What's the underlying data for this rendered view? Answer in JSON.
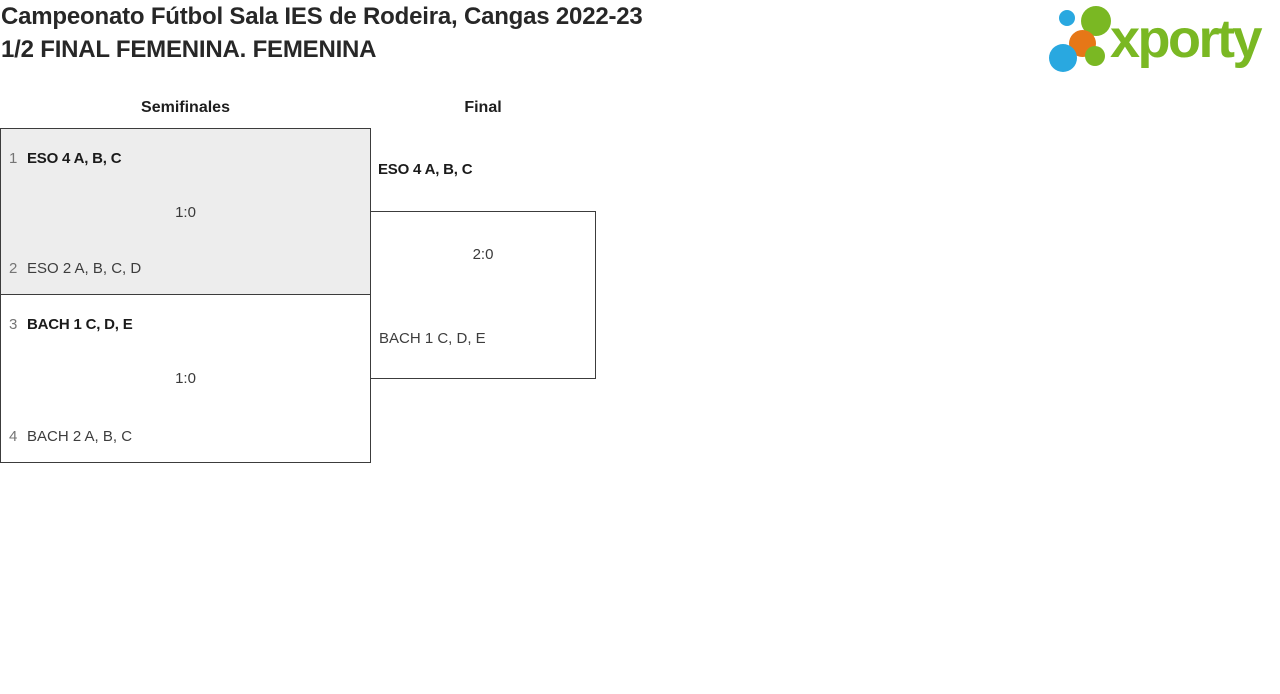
{
  "header": {
    "title": "Campeonato Fútbol Sala IES de Rodeira, Cangas 2022-23",
    "subtitle": "1/2 FINAL FEMENINA. FEMENINA"
  },
  "logo": {
    "brand": "xporty",
    "colors": {
      "green": "#7ab823",
      "blue": "#29a8e0",
      "orange": "#e67717"
    }
  },
  "colors": {
    "highlighted_match_fill": "#ededed",
    "box_border": "#3c3c3c",
    "winner_text": "#1b1b1b",
    "regular_text": "#3d3d3d",
    "seed_text": "#757575"
  },
  "bracket": {
    "rounds": [
      {
        "label": "Semifinales",
        "matches": [
          {
            "seed1": "1",
            "team1": "ESO 4 A, B, C",
            "score": "1:0",
            "seed2": "2",
            "team2": "ESO 2 A, B, C, D",
            "winner": "team1"
          },
          {
            "seed1": "3",
            "team1": "BACH 1 C, D, E",
            "score": "1:0",
            "seed2": "4",
            "team2": "BACH 2 A, B, C",
            "winner": "team1"
          }
        ]
      },
      {
        "label": "Final",
        "matches": [
          {
            "team1": "ESO 4 A, B, C",
            "score": "2:0",
            "team2": "BACH 1 C, D, E",
            "winner": "team1"
          }
        ]
      }
    ]
  }
}
